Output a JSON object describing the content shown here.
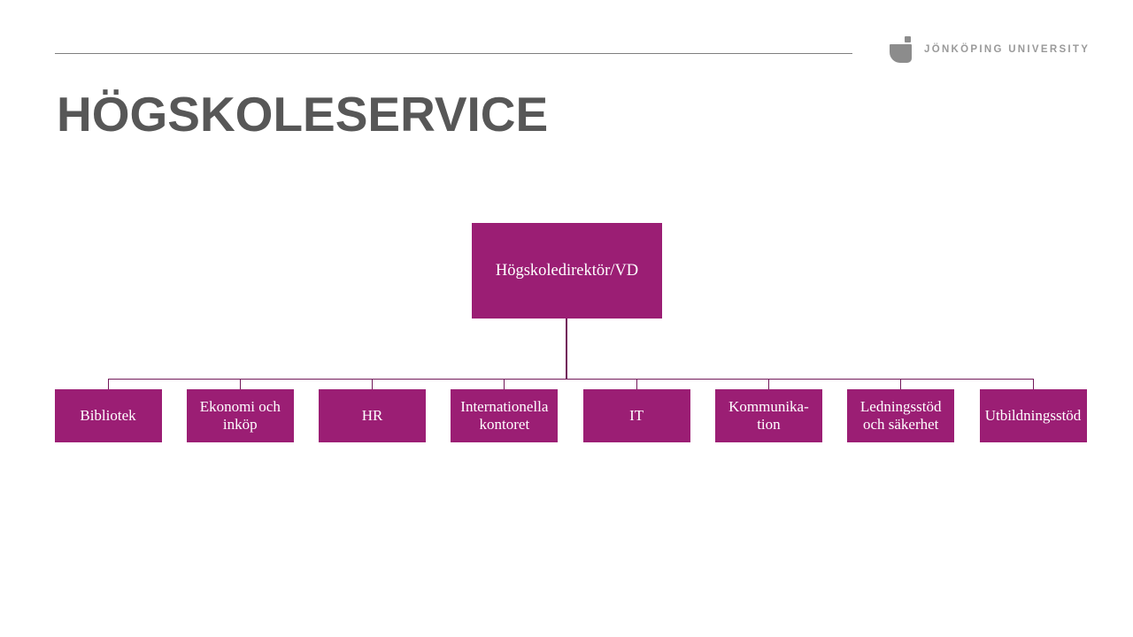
{
  "page": {
    "background": "#ffffff"
  },
  "header": {
    "rule_color": "#7f7f7f",
    "logo": {
      "text": "JÖNKÖPING UNIVERSITY",
      "mark_color": "#8c8c8c",
      "text_color": "#9a9a9a"
    }
  },
  "title": {
    "text": "HÖGSKOLESERVICE",
    "color": "#575757"
  },
  "org_chart": {
    "box_fill": "#9B1E74",
    "box_text_color": "#ffffff",
    "connector_color": "#72195A",
    "root": {
      "label": "Högskoledirektör/VD"
    },
    "children": [
      {
        "label": "Bibliotek"
      },
      {
        "label": "Ekonomi och\ninköp"
      },
      {
        "label": "HR"
      },
      {
        "label": "Internationella\nkontoret"
      },
      {
        "label": "IT"
      },
      {
        "label": "Kommunika-\ntion"
      },
      {
        "label": "Ledningsstöd\noch säkerhet"
      },
      {
        "label": "Utbildningsstöd"
      }
    ]
  }
}
